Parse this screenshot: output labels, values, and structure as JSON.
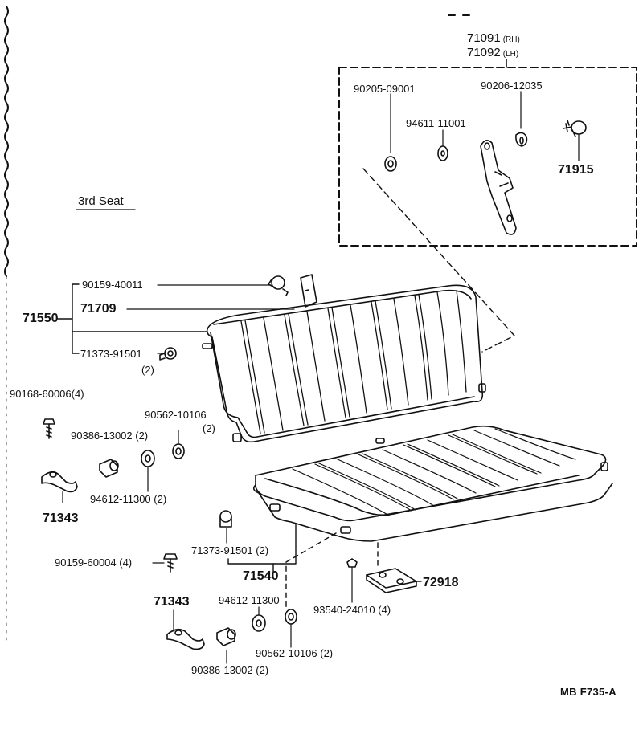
{
  "section_title": "3rd Seat",
  "diagram_ref": "MB  F735-A",
  "parts": {
    "p71091": "71091",
    "p71091_side": "(RH)",
    "p71092": "71092",
    "p71092_side": "(LH)",
    "p90205_09001": "90205-09001",
    "p90206_12035": "90206-12035",
    "p94611_11001": "94611-11001",
    "p71915": "71915",
    "p90159_40011": "90159-40011",
    "p71709": "71709",
    "p71550": "71550",
    "p71373_91501_a": "71373-91501",
    "p71373_91501_a_qty": "(2)",
    "p90168_60006": "90168-60006(4)",
    "p90562_10106_a": "90562-10106",
    "p90562_10106_a_qty": "(2)",
    "p90386_13002_a": "90386-13002 (2)",
    "p94612_11300_a": "94612-11300 (2)",
    "p71343_a": "71343",
    "p71373_91501_b": "71373-91501 (2)",
    "p71540": "71540",
    "p90159_60004": "90159-60004 (4)",
    "p72918": "72918",
    "p71343_b": "71343",
    "p94612_11300_b": "94612-11300",
    "p93540_24010": "93540-24010 (4)",
    "p90562_10106_b": "90562-10106 (2)",
    "p90386_13002_b": "90386-13002 (2)"
  }
}
